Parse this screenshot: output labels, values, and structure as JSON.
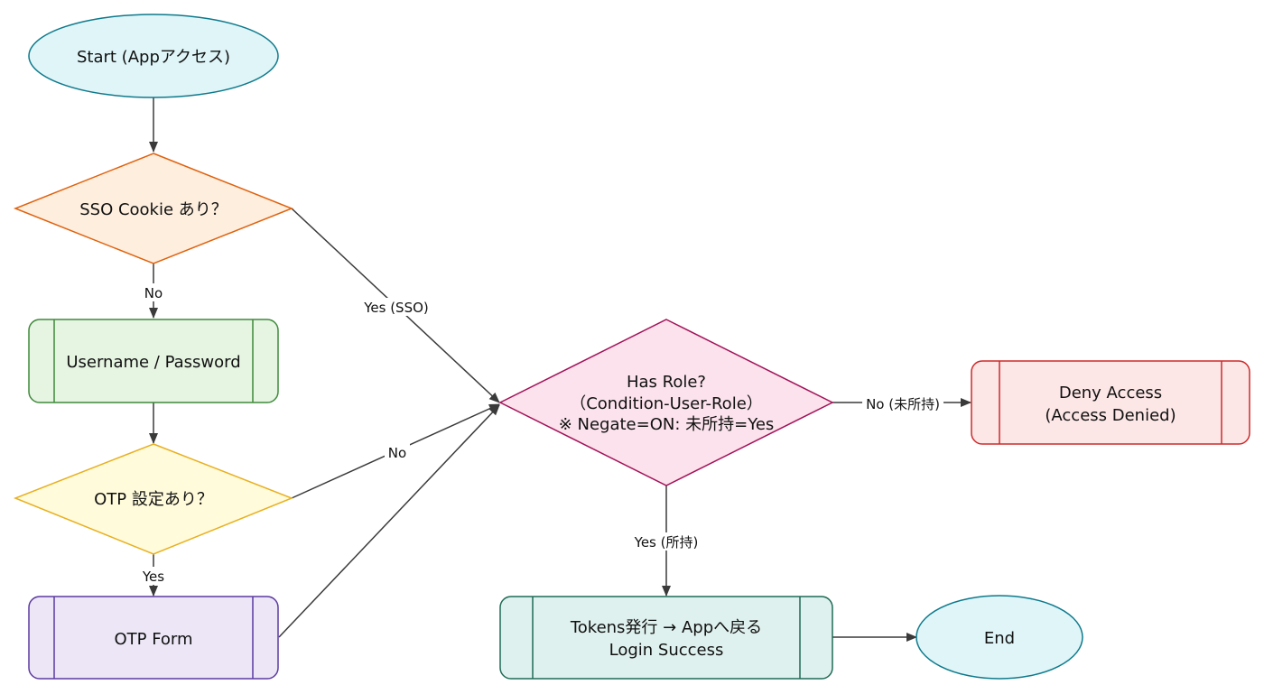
{
  "nodes": {
    "start": {
      "label": "Start (Appアクセス)",
      "fill": "#dff5f8",
      "stroke": "#0e7a8c"
    },
    "sso_check": {
      "label": "SSO Cookie あり？",
      "fill": "#fdeede",
      "stroke": "#e0620e"
    },
    "username_password": {
      "label": "Username / Password",
      "fill": "#e6f4e2",
      "stroke": "#3f8a3a"
    },
    "otp_check": {
      "label": "OTP 設定あり？",
      "fill": "#fffbdb",
      "stroke": "#e8b020"
    },
    "otp_form": {
      "label": "OTP Form",
      "fill": "#ece6f6",
      "stroke": "#5b3aa0"
    },
    "has_role": {
      "line1": "Has Role?",
      "line2": "（Condition-User-Role）",
      "line3": "※ Negate=ON: 未所持=Yes",
      "fill": "#fbe2ec",
      "stroke": "#a3145a"
    },
    "deny_access": {
      "line1": "Deny Access",
      "line2": "(Access Denied)",
      "fill": "#fde6e6",
      "stroke": "#cc2a2a"
    },
    "tokens": {
      "line1": "Tokens発行 → Appへ戻る",
      "line2": "Login Success",
      "fill": "#dff1ee",
      "stroke": "#1f6b55"
    },
    "end": {
      "label": "End",
      "fill": "#dff5f8",
      "stroke": "#0e7a8c"
    }
  },
  "edges": {
    "sso_no": "No",
    "sso_yes": "Yes (SSO)",
    "otp_no": "No",
    "otp_yes": "Yes",
    "role_no": "No (未所持)",
    "role_yes": "Yes (所持)"
  },
  "edge_color": "#3a3a3a"
}
